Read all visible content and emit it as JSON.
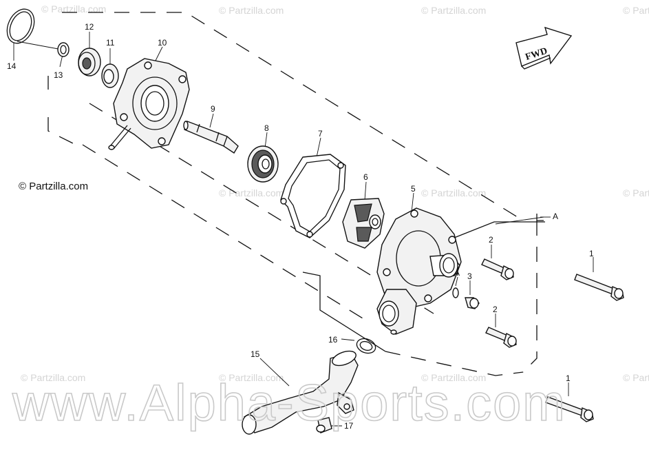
{
  "watermarks": {
    "small": "© Partzilla.com",
    "big": "www.Alpha-Sports.com"
  },
  "copyright": "© Partzilla.com",
  "direction_arrow": "FWD",
  "reference_label": "A",
  "callouts": {
    "p1a": "1",
    "p1b": "1",
    "p2a": "2",
    "p2b": "2",
    "p3": "3",
    "p4": "4",
    "p5": "5",
    "p6": "6",
    "p7": "7",
    "p8": "8",
    "p9": "9",
    "p10": "10",
    "p11": "11",
    "p12": "12",
    "p13": "13",
    "p14": "14",
    "p15": "15",
    "p16": "16",
    "p17": "17"
  }
}
